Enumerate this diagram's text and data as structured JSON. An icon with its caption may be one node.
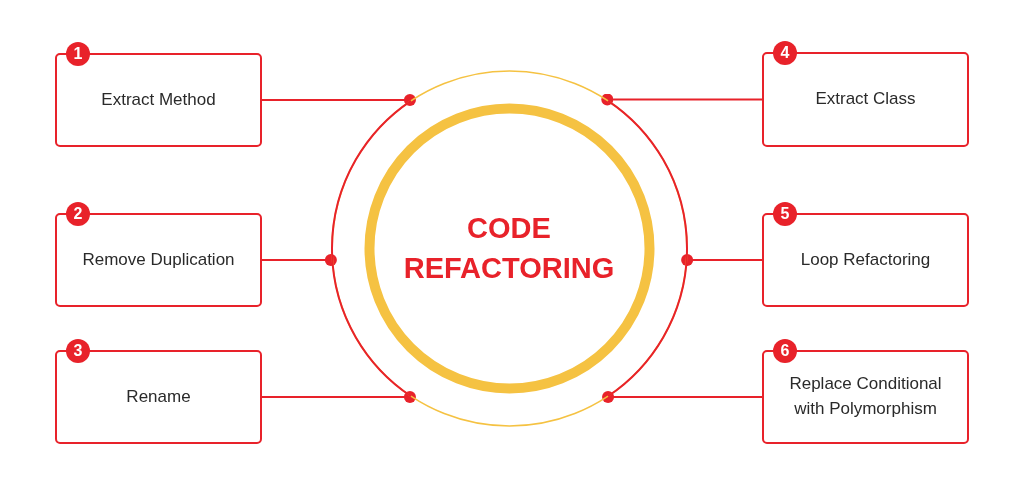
{
  "diagram": {
    "nodes": [
      {
        "text": [
          "CODE REFACTORING"
        ]
      },
      {
        "text": [
          "1",
          "Extract Method"
        ]
      },
      {
        "text": [
          "2",
          "Remove Duplication"
        ]
      },
      {
        "text": [
          "3",
          "Rename"
        ]
      },
      {
        "text": [
          "4",
          "Extract Class"
        ]
      },
      {
        "text": [
          "5",
          "Loop Refactoring"
        ]
      },
      {
        "text": [
          "6",
          "Replace Conditional with Polymorphism"
        ]
      }
    ],
    "edges": [
      {
        "from": 1,
        "to": 0,
        "arrow": "other"
      },
      {
        "from": 2,
        "to": 0,
        "arrow": "other"
      },
      {
        "from": 3,
        "to": 0,
        "arrow": "other"
      },
      {
        "from": 4,
        "to": 0,
        "arrow": "other"
      },
      {
        "from": 5,
        "to": 0,
        "arrow": "other"
      },
      {
        "from": 6,
        "to": 0,
        "arrow": "other"
      }
    ]
  }
}
